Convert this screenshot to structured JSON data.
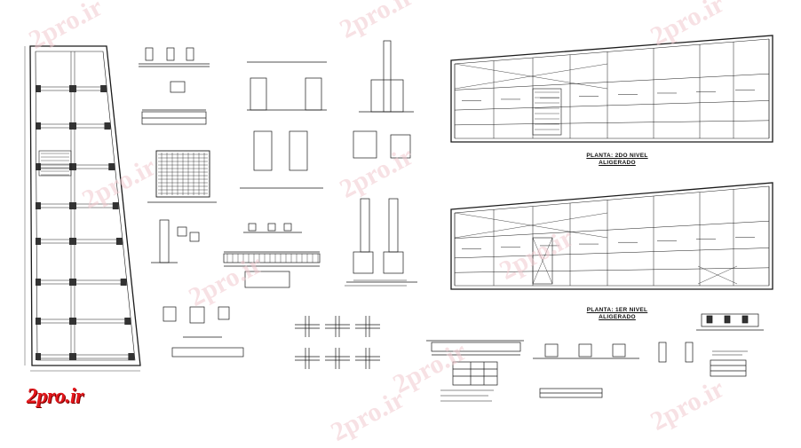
{
  "watermark": {
    "text": "2pro.ir"
  },
  "logo": {
    "text": "2pro.ir"
  },
  "plans": [
    {
      "line1": "PLANTA: 2DO NIVEL",
      "line2": "ALIGERADO"
    },
    {
      "line1": "PLANTA: 1ER NIVEL",
      "line2": "ALIGERADO"
    }
  ],
  "colors": {
    "line": "#1a1a1a",
    "watermark": "#f2c9cf",
    "logo": "#e3161b",
    "background": "#ffffff"
  }
}
